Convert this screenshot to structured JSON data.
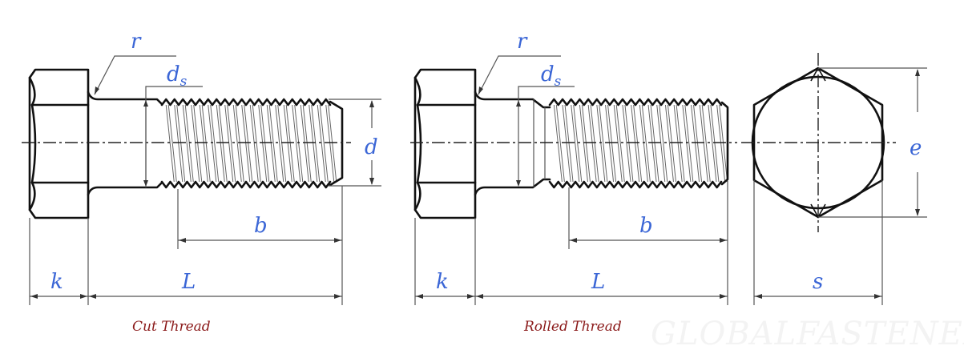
{
  "diagram": {
    "subject": "Hex head bolt dimensions",
    "watermark": "GLOBALFASTENER.com",
    "views": [
      {
        "id": "cut",
        "caption": "Cut Thread",
        "labels": {
          "r": "r",
          "ds_main": "d",
          "ds_sub": "s",
          "d": "d",
          "b": "b",
          "k": "k",
          "L": "L"
        }
      },
      {
        "id": "rolled",
        "caption": "Rolled Thread",
        "labels": {
          "r": "r",
          "ds_main": "d",
          "ds_sub": "s",
          "b": "b",
          "k": "k",
          "L": "L"
        }
      }
    ],
    "end_view": {
      "labels": {
        "e": "e",
        "s": "s"
      }
    },
    "colors": {
      "label": "#3b66d6",
      "caption": "#8b1a1a",
      "outline": "#111111",
      "dimension": "#555555"
    }
  }
}
